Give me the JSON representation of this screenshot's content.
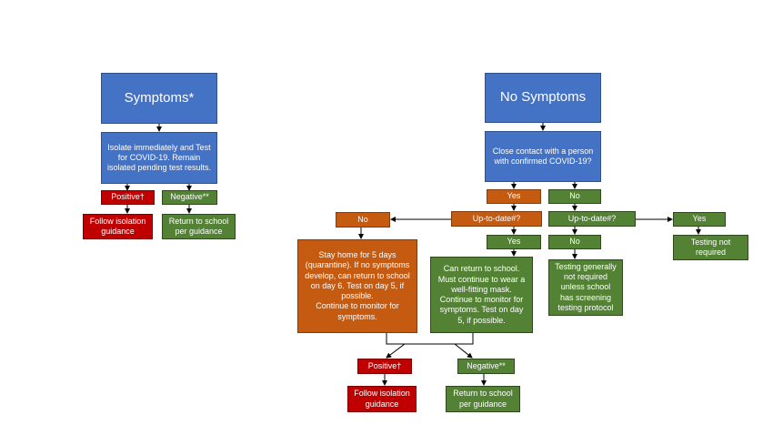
{
  "left": {
    "title": "Symptoms*",
    "action": "Isolate immediately and Test\nfor COVID-19. Remain\nisolated pending test results.",
    "positive": "Positive†",
    "negative": "Negative**",
    "positive_result": "Follow isolation\nguidance",
    "negative_result": "Return to school\nper guidance"
  },
  "right": {
    "title": "No Symptoms",
    "question": "Close contact with a person\nwith confirmed COVID-19?",
    "yes": "Yes",
    "no": "No",
    "uptodate_yes_branch": "Up-to-date#?",
    "uptodate_no_branch": "Up-to-date#?",
    "utd_no": "No",
    "utd_yes": "Yes",
    "no_contact_no": "No",
    "no_contact_yes": "Yes",
    "quarantine": "Stay home for 5 days\n(quarantine).  If no symptoms\ndevelop, can return to school\non day 6.  Test on day 5,  if\npossible.\nContinue to monitor for\nsymptoms.",
    "return_mask": "Can return to school.\nMust continue to wear a\nwell-fitting mask.\nContinue to monitor for\nsymptoms.  Test on day\n5, if possible.",
    "testing_generally": "Testing generally\nnot required\nunless school\nhas screening\ntesting protocol",
    "testing_not_required": "Testing not\nrequired",
    "positive": "Positive†",
    "negative": "Negative**",
    "positive_result": "Follow isolation\nguidance",
    "negative_result": "Return to school\nper guidance"
  },
  "colors": {
    "blue": "#4472c4",
    "red": "#c00000",
    "green": "#548235",
    "orange": "#c55a11"
  }
}
